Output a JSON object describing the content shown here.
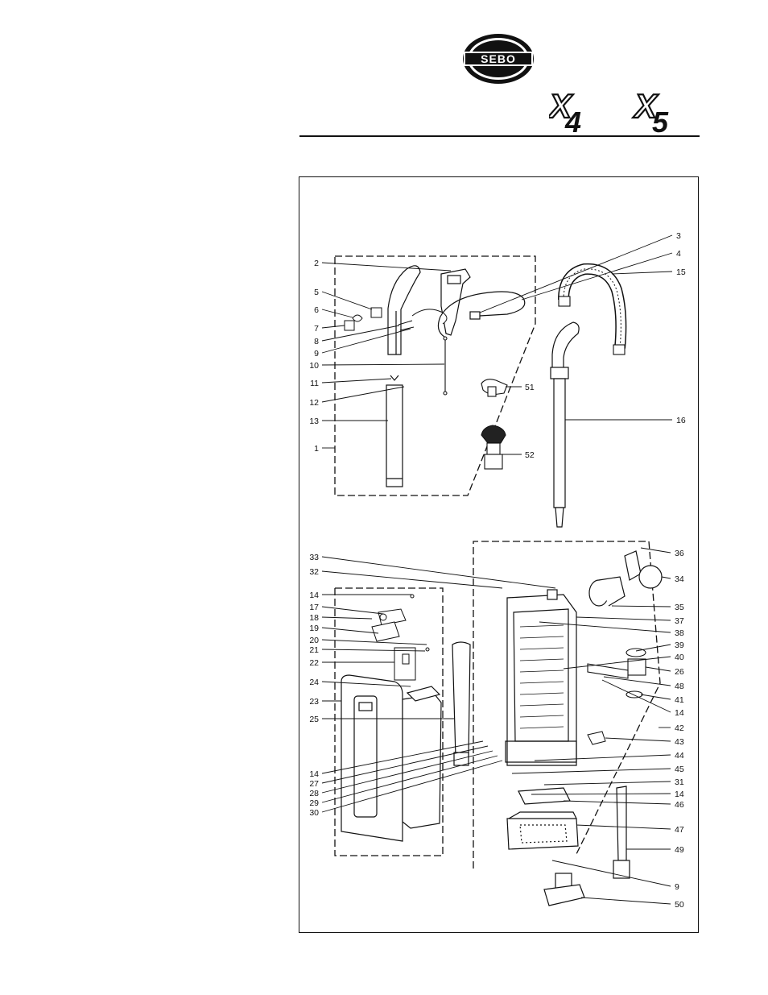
{
  "header": {
    "brand": "SEBO",
    "models": [
      {
        "letter": "X",
        "number": "4"
      },
      {
        "letter": "X",
        "number": "5"
      }
    ]
  },
  "diagram": {
    "callouts": [
      "1",
      "2",
      "3",
      "4",
      "5",
      "6",
      "7",
      "8",
      "9",
      "10",
      "11",
      "12",
      "13",
      "14",
      "15",
      "16",
      "17",
      "18",
      "19",
      "20",
      "21",
      "22",
      "23",
      "24",
      "25",
      "26",
      "27",
      "28",
      "29",
      "30",
      "31",
      "32",
      "33",
      "34",
      "35",
      "36",
      "37",
      "38",
      "39",
      "40",
      "41",
      "42",
      "43",
      "44",
      "45",
      "46",
      "47",
      "48",
      "49",
      "50",
      "51",
      "52"
    ]
  }
}
